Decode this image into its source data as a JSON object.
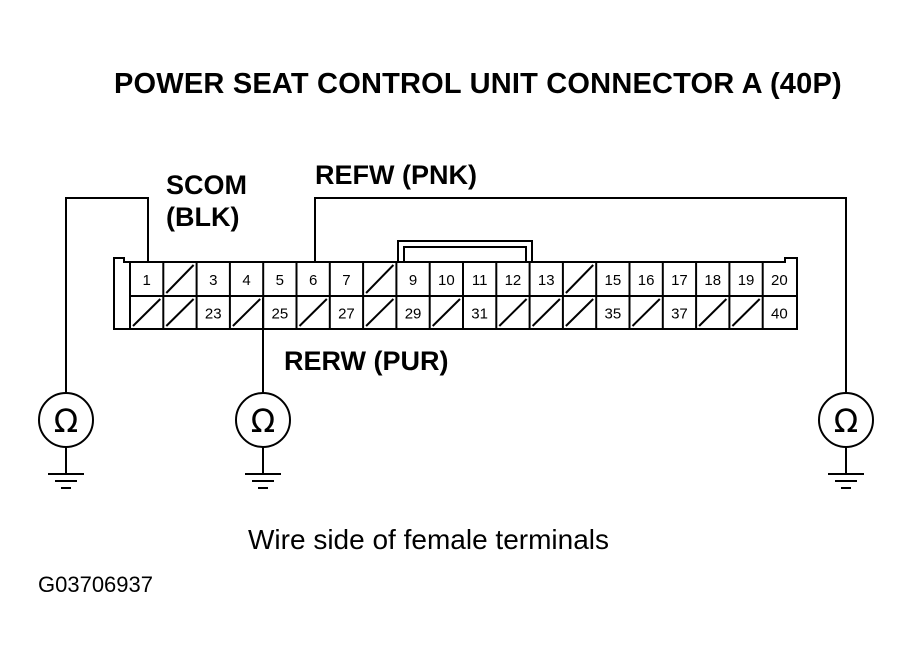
{
  "title": "POWER SEAT CONTROL UNIT CONNECTOR A (40P)",
  "wires": {
    "scom_name": "SCOM",
    "scom_color": "(BLK)",
    "refw": "REFW (PNK)",
    "rerw": "RERW (PUR)"
  },
  "connector": {
    "top_row": [
      "1",
      "",
      "3",
      "4",
      "5",
      "6",
      "7",
      "",
      "9",
      "10",
      "11",
      "12",
      "13",
      "",
      "15",
      "16",
      "17",
      "18",
      "19",
      "20"
    ],
    "bottom_row": [
      "",
      "",
      "23",
      "",
      "25",
      "",
      "27",
      "",
      "29",
      "",
      "31",
      "",
      "",
      "",
      "35",
      "",
      "37",
      "",
      "",
      "40"
    ]
  },
  "meters": [
    {
      "symbol": "Ω"
    },
    {
      "symbol": "Ω"
    },
    {
      "symbol": "Ω"
    }
  ],
  "caption": "Wire side of female terminals",
  "figure_id": "G03706937"
}
